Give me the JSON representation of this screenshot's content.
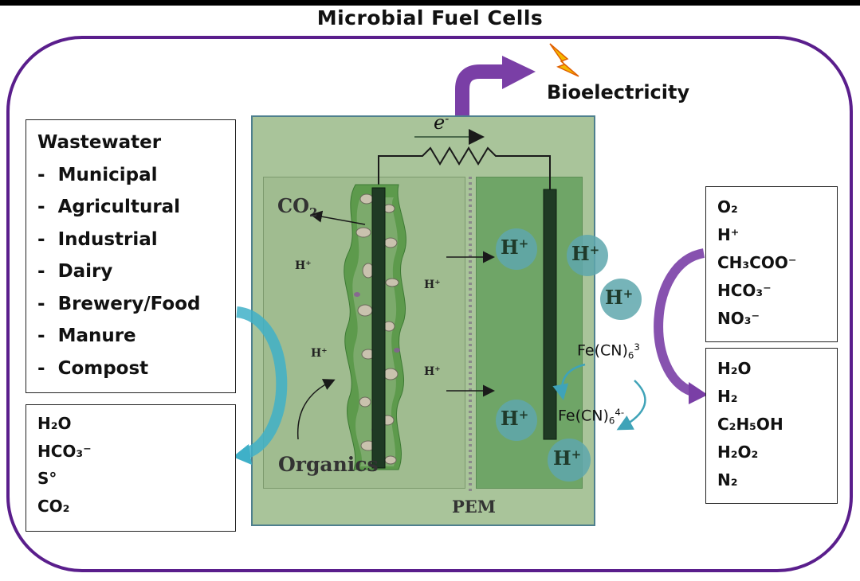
{
  "title": "Microbial Fuel Cells",
  "bioelectricity": "Bioelectricity",
  "electron": "e",
  "electron_sup": "-",
  "pem": "PEM",
  "organics": "Organics",
  "anode_labels": {
    "co2": "CO",
    "co2_sub": "2",
    "h_plus": "H",
    "plus": "+"
  },
  "cathode_labels": {
    "ferri": "Fe(CN)",
    "ferri_sub": "6",
    "ferri_sup": "3",
    "ferro": "Fe(CN)",
    "ferro_sub": "6",
    "ferro_sup": "4-"
  },
  "wastewater": {
    "heading": "Wastewater",
    "items": [
      "Municipal",
      "Agricultural",
      "Industrial",
      "Dairy",
      "Brewery/Food",
      "Manure",
      "Compost"
    ]
  },
  "anode_products": [
    "H₂O",
    "HCO₃⁻",
    "S°",
    "CO₂"
  ],
  "cathode_inputs": [
    "O₂",
    "H⁺",
    "CH₃COO⁻",
    "HCO₃⁻",
    "NO₃⁻"
  ],
  "cathode_products": [
    "H₂O",
    "H₂",
    "C₂H₅OH",
    "H₂O₂",
    "N₂"
  ],
  "colors": {
    "frame": "#5a1e8c",
    "panel": "#a9c49a",
    "anode_chamber": "#a0bc90",
    "cathode_chamber": "#6fa567",
    "bubble": "#5fa7ad",
    "teal_arrow": "#3fb0c8",
    "purple_arrow": "#7a3fa6",
    "bolt": "#f5b800"
  }
}
